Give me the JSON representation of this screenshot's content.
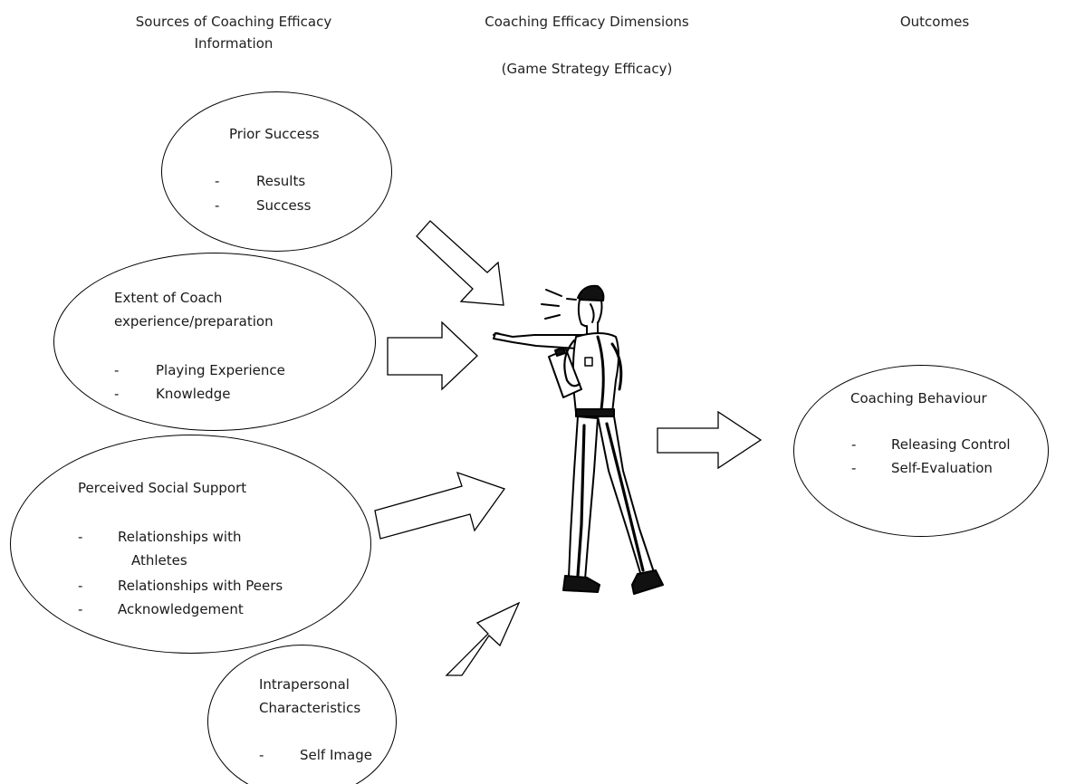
{
  "headers": {
    "sources_line1": "Sources of Coaching Efficacy",
    "sources_line2": "Information",
    "dimensions": "Coaching Efficacy Dimensions",
    "dimensions_sub": "(Game Strategy Efficacy)",
    "outcomes": "Outcomes"
  },
  "nodes": {
    "prior_success": {
      "title": "Prior Success",
      "items": [
        "Results",
        "Success"
      ]
    },
    "coach_experience": {
      "title_line1": "Extent of Coach",
      "title_line2": "experience/preparation",
      "items": [
        "Playing Experience",
        "Knowledge"
      ]
    },
    "social_support": {
      "title": "Perceived Social Support",
      "items": [
        "Relationships with",
        "Athletes",
        "Relationships with Peers",
        "Acknowledgement"
      ]
    },
    "intrapersonal": {
      "title_line1": "Intrapersonal",
      "title_line2": "Characteristics",
      "items": [
        "Self Image"
      ]
    },
    "coaching_behaviour": {
      "title": "Coaching Behaviour",
      "items": [
        "Releasing Control",
        "Self-Evaluation"
      ]
    }
  },
  "bullet": "-",
  "figure": {
    "icon": "coach-pointing-icon"
  },
  "colors": {
    "stroke": "#000000",
    "background": "#ffffff",
    "text": "#1a1a1a"
  }
}
